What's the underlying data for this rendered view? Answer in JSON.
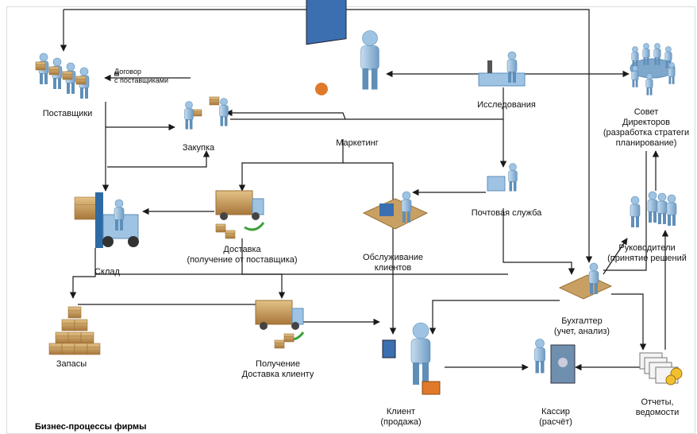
{
  "caption": "Бизнес-процессы фирмы",
  "nodes": {
    "suppliers": {
      "label": "Поставщики",
      "icon": "suppliers-icon"
    },
    "contract": {
      "label": "Договор\nс поставщиками",
      "icon": "contract-icon"
    },
    "purchase": {
      "label": "Закупка",
      "icon": "purchase-icon"
    },
    "marketing": {
      "label": "Маркетинг",
      "icon": "marketing-presenter-icon"
    },
    "research": {
      "label": "Исследования",
      "icon": "research-microscope-icon"
    },
    "board": {
      "label": "Совет\nДиректоров\n(разработка стратеги\nпланирование)",
      "icon": "board-of-directors-icon"
    },
    "warehouse": {
      "label": "Склад",
      "icon": "forklift-warehouse-icon"
    },
    "delivery": {
      "label": "Доставка\n(получение от поставщика)",
      "icon": "delivery-truck-icon"
    },
    "service": {
      "label": "Обслуживание\nклиентов",
      "icon": "customer-service-icon"
    },
    "mail": {
      "label": "Почтовая служба",
      "icon": "mail-service-icon"
    },
    "managers": {
      "label": "Руководители\n(принятие решений",
      "icon": "managers-icon"
    },
    "stock": {
      "label": "Запасы",
      "icon": "stock-boxes-icon"
    },
    "customer_delivery": {
      "label": "Получение\nДоставка клиенту",
      "icon": "customer-delivery-truck-icon"
    },
    "accountant": {
      "label": "Бухгалтер\n(учет, анализ)",
      "icon": "accountant-icon"
    },
    "client": {
      "label": "Клиент\n(продажа)",
      "icon": "client-icon"
    },
    "cashier": {
      "label": "Кассир\n(расчёт)",
      "icon": "cashier-icon"
    },
    "reports": {
      "label": "Отчеты,\nведомости",
      "icon": "reports-documents-icon"
    }
  },
  "colors": {
    "line": "#1a1a1a",
    "person": "#9ec3e3",
    "person_dark": "#5f8fb8",
    "box": "#c9a064",
    "box_dark": "#9a7035",
    "orange": "#e07a2a",
    "screen": "#3b6fb0",
    "green": "#3aa23a"
  }
}
